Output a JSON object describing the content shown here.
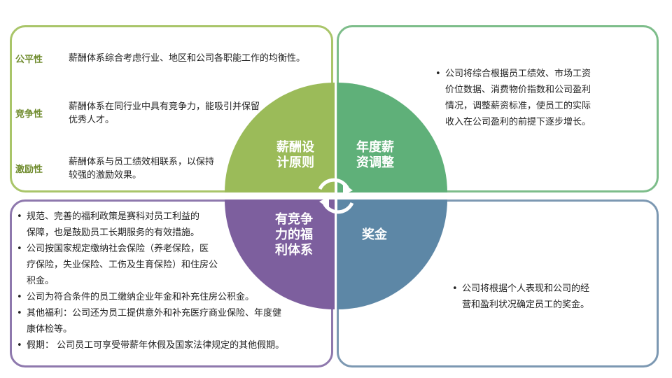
{
  "principles": {
    "fair": {
      "label": "公平性",
      "desc": "薪酬体系综合考虑行业、地区和公司各职能工作的均衡性。"
    },
    "competitive": {
      "label": "竞争性",
      "desc_lines": [
        "薪酬体系在同行业中具有竞争力，能吸引并保留",
        "优秀人才。"
      ]
    },
    "incentive": {
      "label": "激励性",
      "desc_lines": [
        "薪酬体系与员工绩效相联系，以保持",
        "较强的激励效果。"
      ]
    }
  },
  "annual_adjustment": {
    "lines": [
      "公司将综合根据员工绩效、市场工资",
      "价位数据、消费物价指数和公司盈利",
      "情况，调整薪资标准，使员工的实际",
      "收入在公司盈利的前提下逐步增长。"
    ]
  },
  "welfare": {
    "items": [
      {
        "lines": [
          "规范、完善的福利政策是赛科对员工利益的",
          "保障，也是鼓励员工长期服务的有效措施。"
        ]
      },
      {
        "lines": [
          "公司按国家规定缴纳社会保险（养老保险，医",
          "疗保险，失业保险、工伤及生育保险）和住房公",
          "积金。"
        ]
      },
      {
        "lines": [
          "公司为符合条件的员工缴纳企业年金和补充住房公积金。"
        ]
      },
      {
        "lines": [
          "其他福利：公司还为员工提供意外和补充医疗商业保险、年度健",
          "康体检等。"
        ]
      },
      {
        "lines": [
          "假期： 公司员工可享受带薪年休假及国家法律规定的其他假期。"
        ]
      }
    ]
  },
  "bonus": {
    "lines": [
      "公司将根据个人表现和公司的经",
      "营和盈利状况确定员工的奖金。"
    ]
  },
  "wheel": {
    "q1": {
      "lines": [
        "薪酬设",
        "计原则"
      ],
      "color": "#9bbb59"
    },
    "q2": {
      "lines": [
        "年度薪",
        "资调整"
      ],
      "color": "#5fb079"
    },
    "q3": {
      "lines": [
        "有竞争",
        "力的福",
        "利体系"
      ],
      "color": "#7d5f9e"
    },
    "q4": {
      "lines": [
        "奖金"
      ],
      "color": "#5d87a6"
    }
  },
  "colors": {
    "tl": "#a9c569",
    "tr": "#7dbd8a",
    "bl": "#8e78ad",
    "br": "#7c98b2",
    "label": "#6f8b2d"
  }
}
